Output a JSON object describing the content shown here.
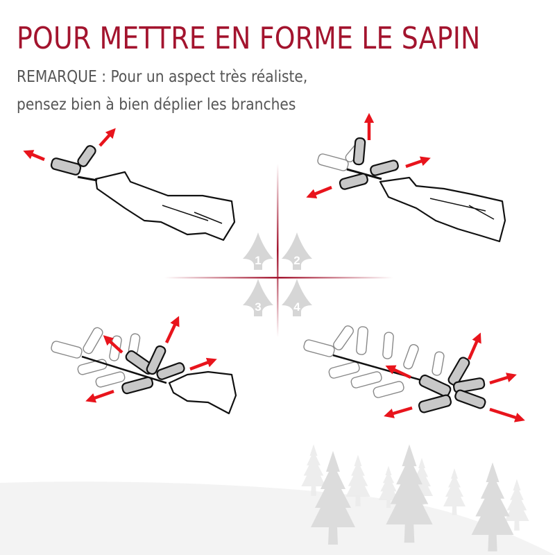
{
  "title": "POUR METTRE EN FORME LE SAPIN",
  "note": {
    "line1": "REMARQUE : Pour un aspect très réaliste,",
    "line2": "pensez bien à bien déplier les branches"
  },
  "steps": [
    {
      "number": "1",
      "label": "1"
    },
    {
      "number": "2",
      "label": "2"
    },
    {
      "number": "3",
      "label": "3"
    },
    {
      "number": "4",
      "label": "4"
    }
  ],
  "colors": {
    "title": "#a3142e",
    "note_text": "#555555",
    "arrow": "#e8141c",
    "divider": "#a3142e",
    "branch_fill_active": "#c8c8c8",
    "step_tree": "#d6d6d6",
    "snow": "#f3f3f3",
    "background_trees": "#dcdcdc"
  }
}
